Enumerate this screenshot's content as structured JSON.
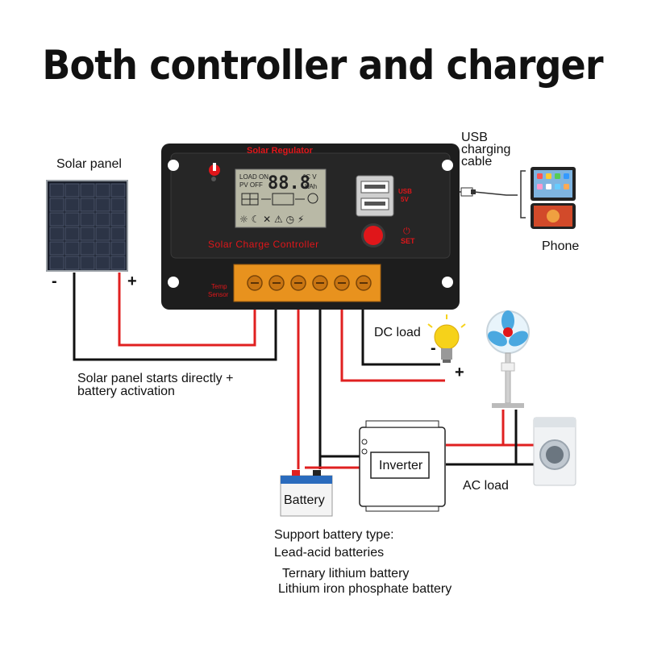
{
  "title": "Both controller and charger",
  "controller": {
    "brand_label": "Solar Regulator",
    "name_label": "Solar Charge Controller",
    "lcd_load_on": "LOAD ON",
    "lcd_pv_off": "PV OFF",
    "lcd_digits": "88.8",
    "lcd_unit_top": "°C V",
    "lcd_unit_bottom": "KAh",
    "usb_label": "USB",
    "usb_voltage": "5V",
    "set_label": "SET",
    "temp_label": "Temp",
    "sensor_label": "Sensor"
  },
  "labels": {
    "solar_panel": "Solar panel",
    "panel_minus": "-",
    "panel_plus": "+",
    "usb_cable_line1": "USB",
    "usb_cable_line2": "charging",
    "usb_cable_line3": "cable",
    "phone": "Phone",
    "dc_load": "DC load",
    "dc_minus": "-",
    "dc_plus": "+",
    "startup_line1": "Solar panel starts directly +",
    "startup_line2": "battery activation",
    "inverter": "Inverter",
    "ac_load": "AC load",
    "battery": "Battery",
    "support_title": "Support battery type:",
    "battery_types": [
      "Lead-acid batteries",
      "Ternary lithium battery",
      "Lithium iron phosphate battery"
    ]
  },
  "colors": {
    "positive_wire": "#e02020",
    "negative_wire": "#111111",
    "controller_body": "#1d1d1d",
    "terminal_block": "#e8921e",
    "lcd": "#b9b9a6",
    "set_button": "#e0161a"
  }
}
